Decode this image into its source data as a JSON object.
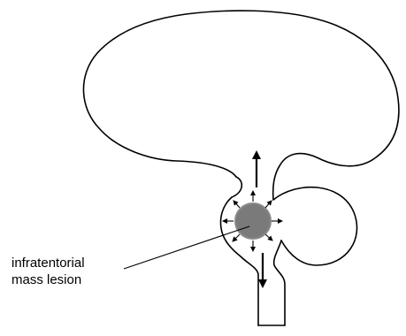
{
  "annotation": {
    "line1": "infratentorial",
    "line2": "mass lesion"
  },
  "colors": {
    "stroke": "#000000",
    "mass_fill": "#7a7a7a",
    "mass_stroke": "#8a8a8a",
    "background": "#ffffff"
  },
  "elements": {
    "cerebrum": "supratentorial brain outline",
    "cerebellum": "cerebellum outline",
    "brainstem": "brainstem outline",
    "mass": "gray circle",
    "arrows": [
      "radial pressure arrows",
      "upward herniation arrow",
      "downward herniation arrow"
    ]
  }
}
